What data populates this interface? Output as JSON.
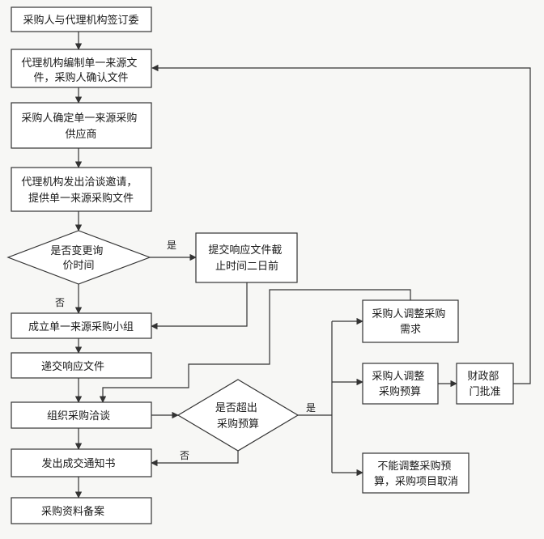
{
  "nodes": {
    "n1": [
      "采购人与代理机构签订委"
    ],
    "n2": [
      "代理机构编制单一来源文",
      "件，采购人确认文件"
    ],
    "n3": [
      "采购人确定单一来源采购",
      "供应商"
    ],
    "n4": [
      "代理机构发出洽谈邀请，",
      "提供单一来源采购文件"
    ],
    "d1": [
      "是否变更询",
      "价时间"
    ],
    "n5": [
      "提交响应文件截",
      "止时间二日前"
    ],
    "n6": [
      "成立单一来源采购小组"
    ],
    "n7": [
      "递交响应文件"
    ],
    "n8": [
      "组织采购洽谈"
    ],
    "d2": [
      "是否超出",
      "采购预算"
    ],
    "n9": [
      "发出成交通知书"
    ],
    "n10": [
      "采购资料备案"
    ],
    "r1": [
      "采购人调整采购",
      "需求"
    ],
    "r2": [
      "采购人调整",
      "采购预算"
    ],
    "r3": [
      "财政部",
      "门批准"
    ],
    "r4": [
      "不能调整采购预",
      "算，采购项目取消"
    ]
  },
  "labels": {
    "d1_yes": "是",
    "d1_no": "否",
    "d2_yes": "是",
    "d2_no": "否"
  }
}
